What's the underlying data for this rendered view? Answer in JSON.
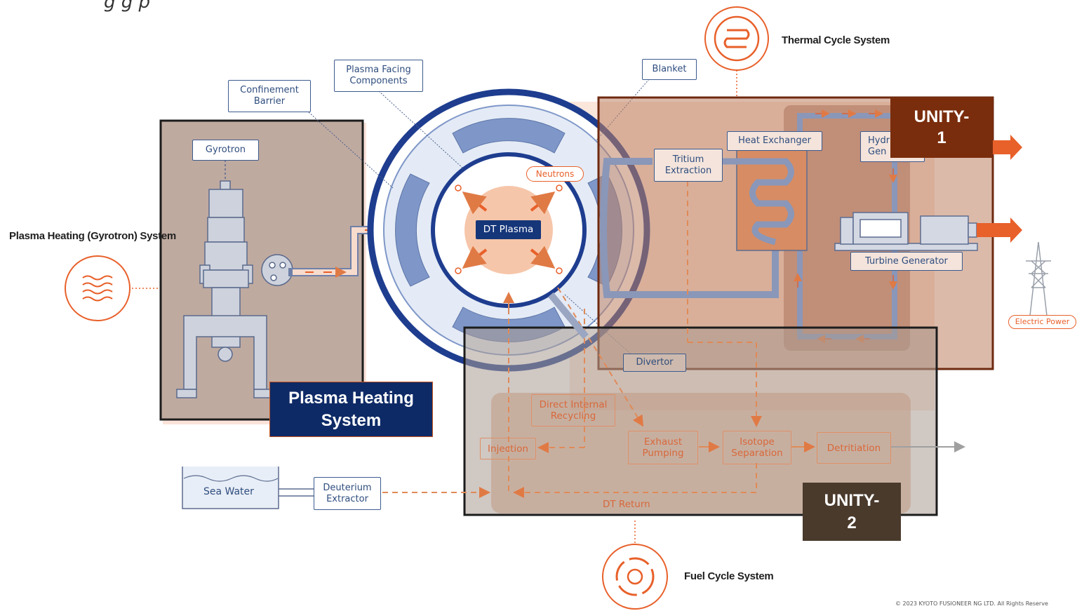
{
  "header": {
    "partial_title": "g                        g                 p"
  },
  "systems": {
    "thermal": "Thermal Cycle System",
    "heating": "Plasma Heating (Gyrotron) System",
    "fuel": "Fuel Cycle System"
  },
  "labels": {
    "confinement_barrier": "Confinement\nBarrier",
    "plasma_facing": "Plasma Facing\nComponents",
    "blanket": "Blanket",
    "gyrotron": "Gyrotron",
    "neutrons": "Neutrons",
    "dt_plasma": "DT Plasma",
    "tritium_extraction": "Tritium\nExtraction",
    "heat_exchanger": "Heat Exchanger",
    "hydro_gen": "Hydr\nGen",
    "turbine_generator": "Turbine Generator",
    "electric_power": "Electric Power",
    "divertor": "Divertor",
    "direct_internal": "Direct Internal\nRecycling",
    "injection": "Injection",
    "exhaust_pumping": "Exhaust\nPumping",
    "isotope_separation": "Isotope\nSeparation",
    "detritiation": "Detritiation",
    "sea_water": "Sea Water",
    "deuterium_extractor": "Deuterium\nExtractor",
    "dt_return": "DT Return"
  },
  "overlays": {
    "plasma_heating_system": "Plasma Heating\nSystem",
    "unity1": "UNITY-\n1",
    "unity2": "UNITY-\n2"
  },
  "footer": {
    "copyright": "© 2023 KYOTO FUSIONEER NG LTD.  All Rights Reserve"
  },
  "colors": {
    "navy": "#1e3d8f",
    "accent_orange": "#e8602a",
    "box_blue": "#3c5b8e",
    "unity1_bg": "#7a2d0c",
    "unity2_bg": "#4a3a2c",
    "heating_tag_bg": "#0e2a66"
  }
}
